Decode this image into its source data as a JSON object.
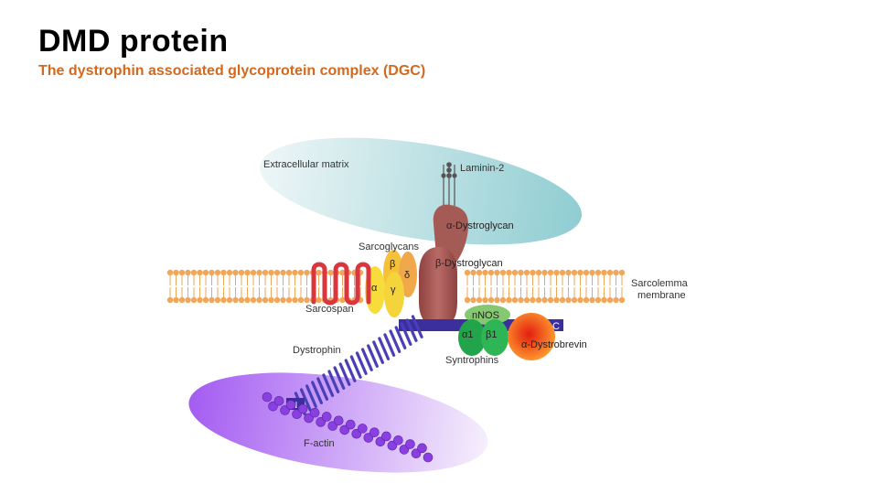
{
  "slide": {
    "title": "DMD protein",
    "subtitle": "The dystrophin associated glycoprotein complex (DGC)"
  },
  "colors": {
    "subtitle": "#d2691e",
    "ecm": "#9fd3d8",
    "lipid_head": "#f2a65a",
    "sarcospan": "#d9363e",
    "dystroglycan": "#a0524e",
    "sarcoglycan_alpha_gamma": "#f5d33a",
    "sarcoglycan_beta_delta": "#f0a84a",
    "dystrophin": "#4a3fb8",
    "syntrophin": "#28a84a",
    "nnos": "#7cc46a",
    "dystrobrevin": "#f46a1c",
    "actin": "#8a3fe0",
    "factin_zone": "#c89cf0"
  },
  "labels": {
    "extracellular_matrix": "Extracellular matrix",
    "laminin": "Laminin-2",
    "alpha_dystroglycan": "α-Dystroglycan",
    "sarcoglycans": "Sarcoglycans",
    "beta_dystroglycan": "β-Dystroglycan",
    "sarcolemma": "Sarcolemma",
    "membrane": "membrane",
    "sarcospan": "Sarcospan",
    "nnos": "nNOS",
    "c_term": "C",
    "n_term": "N",
    "alpha1": "α1",
    "beta1": "β1",
    "dystrobrevin": "α-Dystrobrevin",
    "syntrophins": "Syntrophins",
    "dystrophin": "Dystrophin",
    "factin": "F-actin",
    "sg_beta": "β",
    "sg_delta": "δ",
    "sg_alpha": "α",
    "sg_gamma": "γ"
  }
}
